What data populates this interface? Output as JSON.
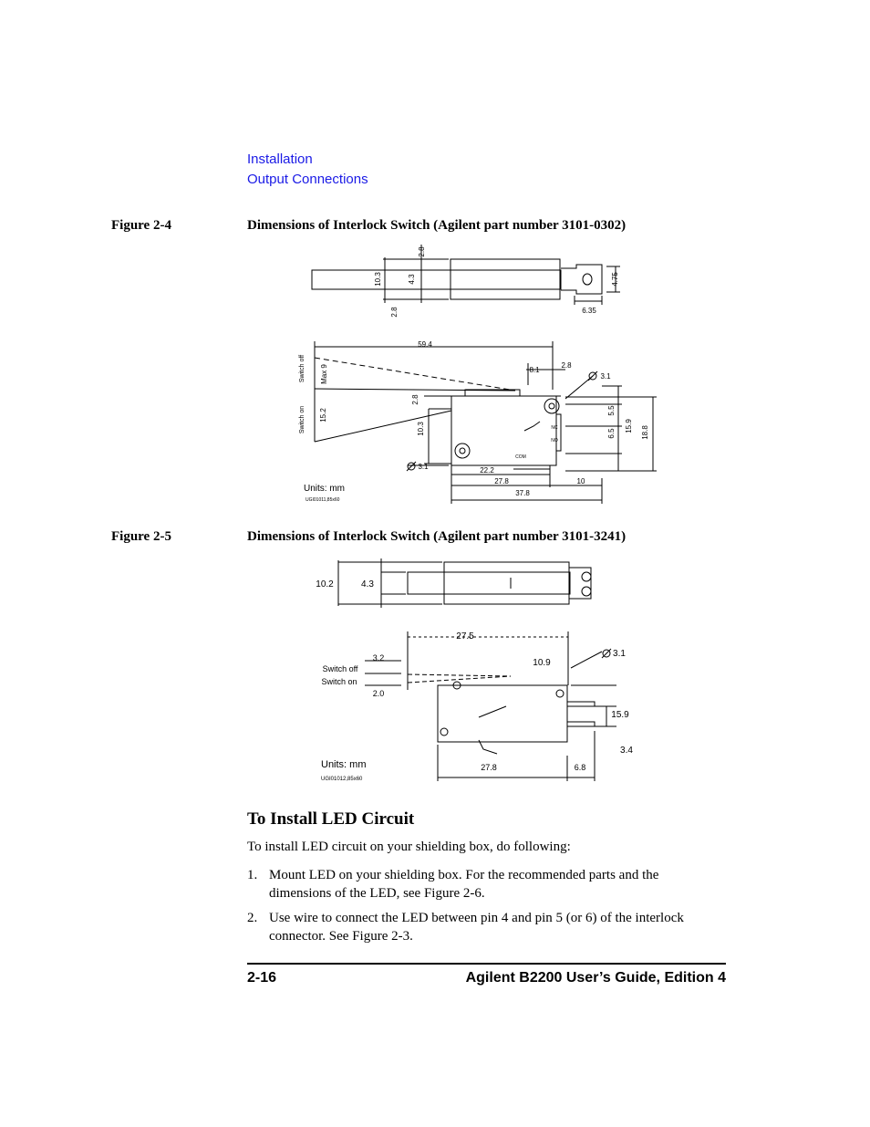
{
  "header": {
    "breadcrumb_1": "Installation",
    "breadcrumb_2": "Output Connections"
  },
  "figure_4": {
    "number": "Figure 2-4",
    "title": "Dimensions of Interlock Switch (Agilent part number 3101-0302)",
    "labels": {
      "top_2_8_a": "2.8",
      "top_10_3": "10.3",
      "top_4_3": "4.3",
      "top_2_8_b": "2.8",
      "top_4_75": "4.75",
      "top_6_35": "6.35",
      "d_59_4": "59.4",
      "d_8_1": "8.1",
      "d_2_8": "2.8",
      "d_3_1_top": "3.1",
      "switch_off": "Switch off",
      "max_9": "Max 9",
      "switch_on": "Switch on",
      "d_15_2": "15.2",
      "d_2_8_side": "2.8",
      "d_10_3": "10.3",
      "d_5_5": "5.5",
      "d_15_9": "15.9",
      "d_18_8": "18.8",
      "d_6_5": "6.5",
      "nc": "NC",
      "no": "NO",
      "com": "COM",
      "d_3_1_bottom": "3.1",
      "d_22_2": "22.2",
      "d_27_8": "27.8",
      "d_10": "10",
      "d_37_8": "37.8",
      "units": "Units: mm",
      "code": "UGI01011,85x60"
    }
  },
  "figure_5": {
    "number": "Figure 2-5",
    "title": "Dimensions of Interlock Switch (Agilent part number 3101-3241)",
    "labels": {
      "d_10_2": "10.2",
      "d_4_3": "4.3",
      "d_27_5": "27.5",
      "d_10_9": "10.9",
      "d_3_1": "3.1",
      "d_3_2": "3.2",
      "switch_off": "Switch off",
      "switch_on": "Switch on",
      "d_2_0": "2.0",
      "d_15_9": "15.9",
      "d_3_4": "3.4",
      "units": "Units: mm",
      "d_27_8": "27.8",
      "d_6_8": "6.8",
      "code": "UGI01012,85x60"
    }
  },
  "section": {
    "heading": "To Install LED Circuit",
    "intro": "To install LED circuit on your shielding box, do following:",
    "steps": [
      {
        "num": "1.",
        "line1": "Mount LED on your shielding box. For the recommended parts and the",
        "line2": "dimensions of the LED, see Figure 2-6."
      },
      {
        "num": "2.",
        "line1": "Use wire to connect the LED between pin 4 and pin 5 (or 6) of the interlock",
        "line2": "connector. See Figure 2-3."
      }
    ]
  },
  "footer": {
    "page": "2-16",
    "title": "Agilent B2200 User’s Guide, Edition 4"
  }
}
